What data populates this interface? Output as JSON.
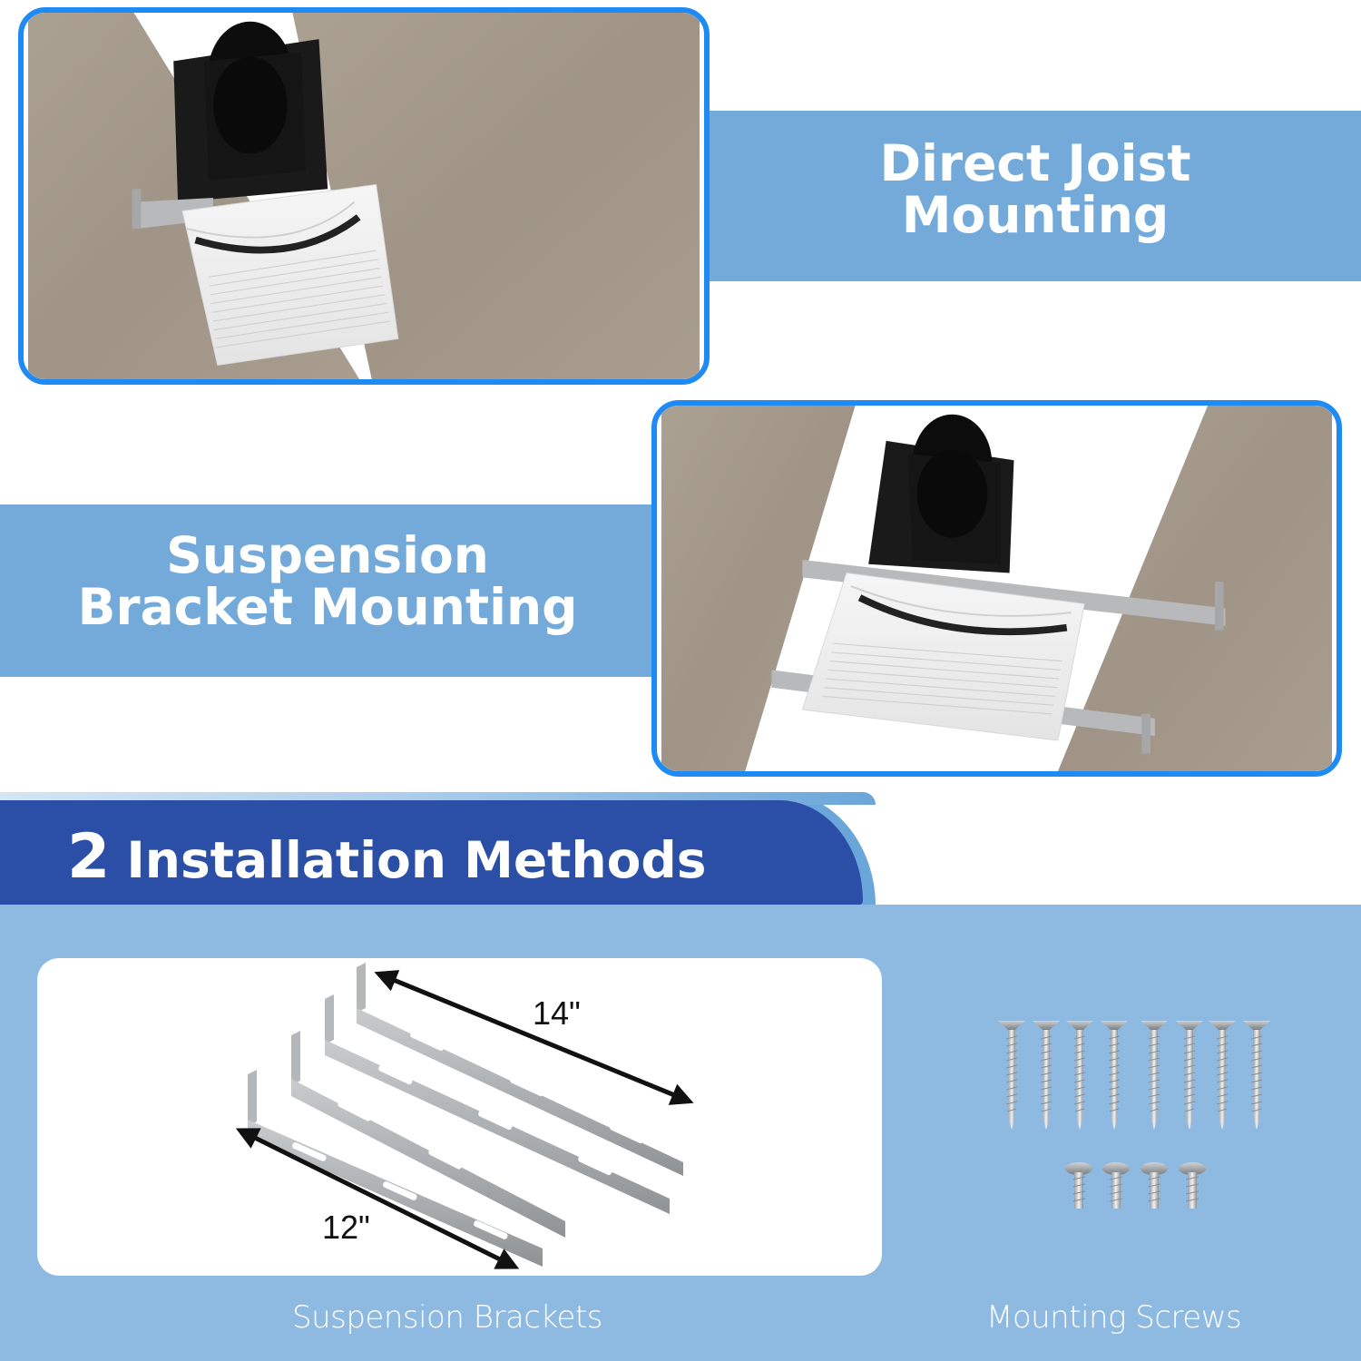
{
  "sections": {
    "direct_joist": {
      "title_line1": "Direct Joist",
      "title_line2": "Mounting",
      "image_alt": "Exhaust fan mounted directly to ceiling joist"
    },
    "suspension_bracket": {
      "title_line1": "Suspension",
      "title_line2": "Bracket Mounting",
      "image_alt": "Exhaust fan mounted between joists with suspension brackets"
    }
  },
  "header": {
    "number": "2",
    "title": "Installation Methods"
  },
  "accessories": {
    "brackets": {
      "caption": "Suspension Brackets",
      "dimension_long": "14\"",
      "dimension_short": "12\"",
      "count": 4
    },
    "screws": {
      "caption": "Mounting Screws",
      "long_count": 8,
      "short_count": 4
    }
  },
  "colors": {
    "title_band": "#74aad9",
    "panel_border": "#1e8bf5",
    "header_dark": "#2b4fa6",
    "header_accent": "#6aa6da",
    "lower_bg": "#8ebae2",
    "wood": "#a59a8c"
  }
}
